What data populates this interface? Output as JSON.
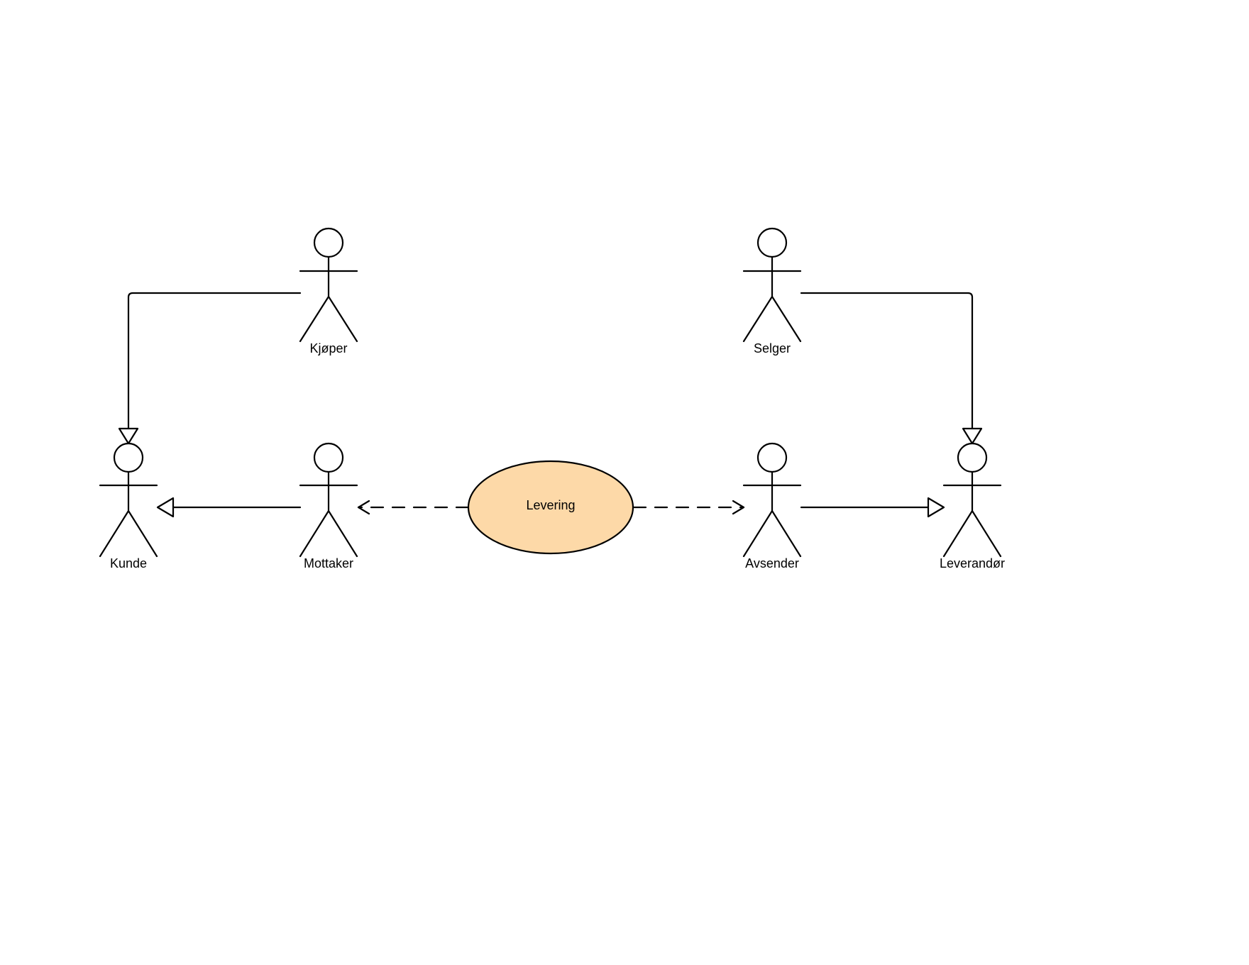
{
  "colors": {
    "line": "#000000",
    "usecase_fill": "#fdd9a8",
    "background": "#ffffff"
  },
  "actors": {
    "kjoper": "Kjøper",
    "selger": "Selger",
    "kunde": "Kunde",
    "mottaker": "Mottaker",
    "avsender": "Avsender",
    "leverandor": "Leverandør"
  },
  "usecase": {
    "levering": "Levering"
  }
}
